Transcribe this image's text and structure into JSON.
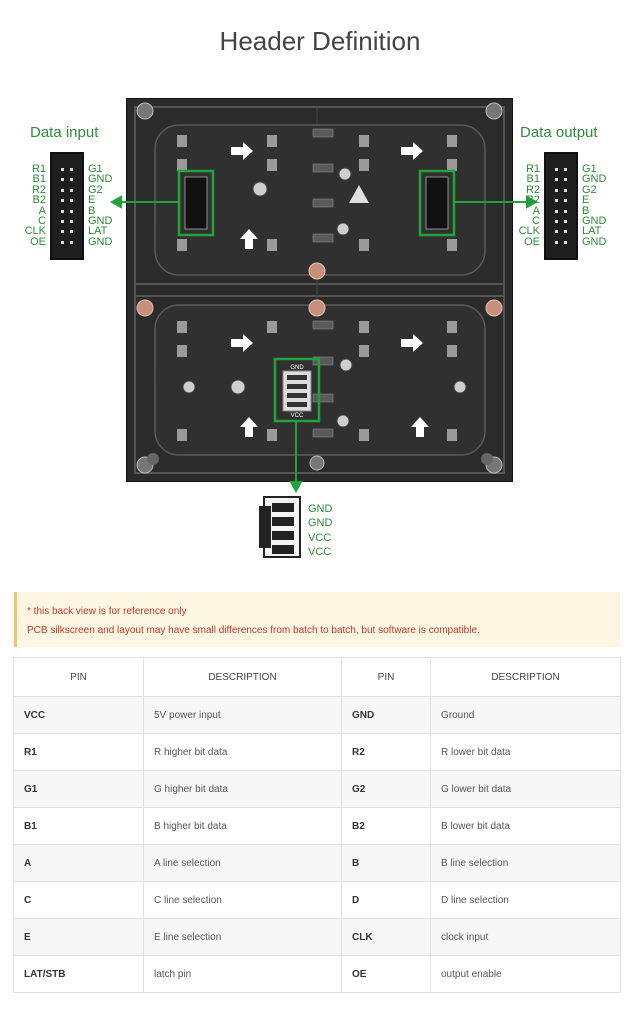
{
  "title": "Header Definition",
  "data_input": {
    "label": "Data input",
    "left_pins": [
      "R1",
      "B1",
      "R2",
      "B2",
      "A",
      "C",
      "CLK",
      "OE"
    ],
    "right_pins": [
      "G1",
      "GND",
      "G2",
      "E",
      "B",
      "GND",
      "LAT",
      "GND"
    ]
  },
  "data_output": {
    "label": "Data output",
    "left_pins": [
      "R1",
      "B1",
      "R2",
      "B2",
      "A",
      "C",
      "CLK",
      "OE"
    ],
    "right_pins": [
      "G1",
      "GND",
      "G2",
      "E",
      "B",
      "GND",
      "LAT",
      "GND"
    ]
  },
  "power": {
    "pins": [
      "GND",
      "GND",
      "VCC",
      "VCC"
    ],
    "pcb_label_top": "GND",
    "pcb_label_bottom": "VCC"
  },
  "note": {
    "line1": "* this back view is for reference only",
    "line2": "PCB silkscreen and layout may have small differences from batch to batch, but software is compatible."
  },
  "table": {
    "headers": [
      "PIN",
      "DESCRIPTION",
      "PIN",
      "DESCRIPTION"
    ],
    "rows": [
      [
        "VCC",
        "5V power input",
        "GND",
        "Ground"
      ],
      [
        "R1",
        "R higher bit data",
        "R2",
        "R lower bit data"
      ],
      [
        "G1",
        "G higher bit data",
        "G2",
        "G lower bit data"
      ],
      [
        "B1",
        "B higher bit data",
        "B2",
        "B lower bit data"
      ],
      [
        "A",
        "A line selection",
        "B",
        "B line selection"
      ],
      [
        "C",
        "C line selection",
        "D",
        "D line selection"
      ],
      [
        "E",
        "E line selection",
        "CLK",
        "clock input"
      ],
      [
        "LAT/STB",
        "latch pin",
        "OE",
        "output enable"
      ]
    ]
  },
  "colors": {
    "accent_green": "#2e8b3a",
    "pcb": "#2b2b2b",
    "note_bg": "#fdf6e3",
    "note_text": "#c0392b"
  }
}
